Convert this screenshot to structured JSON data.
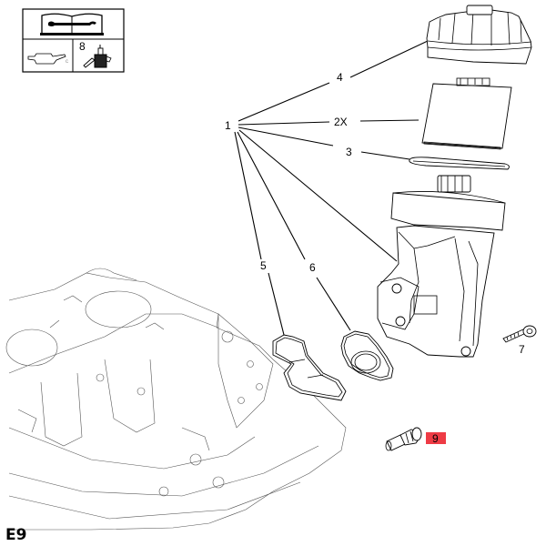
{
  "diagram": {
    "title": "Oil filter housing assembly - exploded view",
    "page_code": "E9",
    "legend_box": {
      "top_icon": "repair-manual-wrench-icon",
      "bottom_left_icon": "oil-can-icon",
      "bottom_right_icon": "sealant-tube-icon",
      "bottom_right_label": "8"
    },
    "callouts": [
      {
        "id": "1",
        "label": "1",
        "part": "oil-filter-housing-assembly"
      },
      {
        "id": "2",
        "label": "2X",
        "part": "oil-filter-element"
      },
      {
        "id": "3",
        "label": "3",
        "part": "o-ring-seal"
      },
      {
        "id": "4",
        "label": "4",
        "part": "filter-cap"
      },
      {
        "id": "5",
        "label": "5",
        "part": "gasket-large"
      },
      {
        "id": "6",
        "label": "6",
        "part": "gasket-small"
      },
      {
        "id": "7",
        "label": "7",
        "part": "bolt"
      },
      {
        "id": "9",
        "label": "9",
        "part": "oil-pressure-switch",
        "highlight": true
      }
    ],
    "highlight_color": "#ee3b45"
  }
}
